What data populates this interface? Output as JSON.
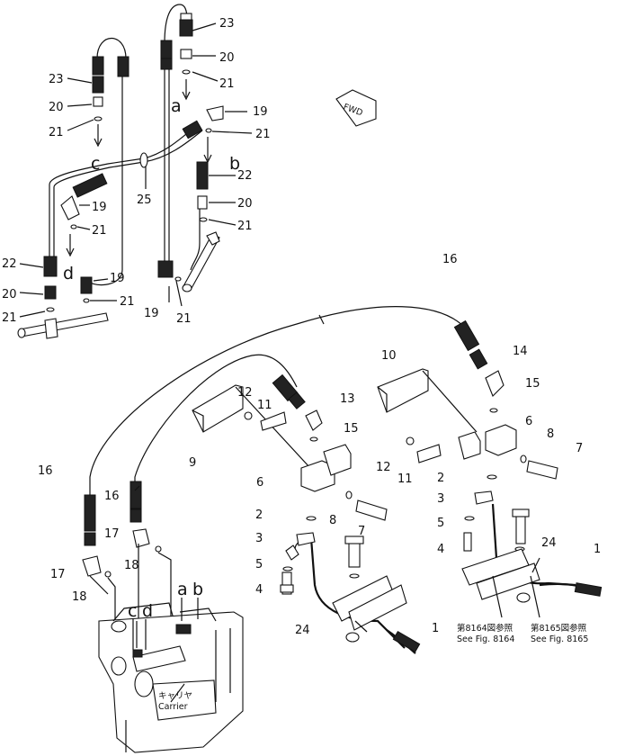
{
  "labels": {
    "top": [
      {
        "id": "lbl-23a",
        "text": "23"
      },
      {
        "id": "lbl-20a",
        "text": "20"
      },
      {
        "id": "lbl-21a",
        "text": "21"
      },
      {
        "id": "lbl-19a",
        "text": "19"
      },
      {
        "id": "lbl-21b",
        "text": "21"
      },
      {
        "id": "lbl-22a",
        "text": "22"
      },
      {
        "id": "lbl-20b",
        "text": "20"
      },
      {
        "id": "lbl-21c",
        "text": "21"
      },
      {
        "id": "lbl-23b",
        "text": "23"
      },
      {
        "id": "lbl-20c",
        "text": "20"
      },
      {
        "id": "lbl-21d",
        "text": "21"
      },
      {
        "id": "lbl-25",
        "text": "25"
      },
      {
        "id": "lbl-19b",
        "text": "19"
      },
      {
        "id": "lbl-21e",
        "text": "21"
      },
      {
        "id": "lbl-22b",
        "text": "22"
      },
      {
        "id": "lbl-20d",
        "text": "20"
      },
      {
        "id": "lbl-21f",
        "text": "21"
      },
      {
        "id": "lbl-19c",
        "text": "19"
      },
      {
        "id": "lbl-21g",
        "text": "21"
      },
      {
        "id": "lbl-19d",
        "text": "19"
      },
      {
        "id": "lbl-21h",
        "text": "21"
      },
      {
        "id": "lbl-16a",
        "text": "16"
      }
    ],
    "arrows": {
      "a": "a",
      "b": "b",
      "c": "c",
      "d": "d"
    },
    "bottom": [
      {
        "id": "lbl-10",
        "text": "10"
      },
      {
        "id": "lbl-14",
        "text": "14"
      },
      {
        "id": "lbl-15a",
        "text": "15"
      },
      {
        "id": "lbl-6a",
        "text": "6"
      },
      {
        "id": "lbl-8a",
        "text": "8"
      },
      {
        "id": "lbl-7a",
        "text": "7"
      },
      {
        "id": "lbl-12a",
        "text": "12"
      },
      {
        "id": "lbl-11a",
        "text": "11"
      },
      {
        "id": "lbl-2a",
        "text": "2"
      },
      {
        "id": "lbl-3a",
        "text": "3"
      },
      {
        "id": "lbl-5a",
        "text": "5"
      },
      {
        "id": "lbl-4a",
        "text": "4"
      },
      {
        "id": "lbl-24a",
        "text": "24"
      },
      {
        "id": "lbl-1a",
        "text": "1"
      },
      {
        "id": "lbl-12b",
        "text": "12"
      },
      {
        "id": "lbl-11b",
        "text": "11"
      },
      {
        "id": "lbl-13",
        "text": "13"
      },
      {
        "id": "lbl-15b",
        "text": "15"
      },
      {
        "id": "lbl-9",
        "text": "9"
      },
      {
        "id": "lbl-6b",
        "text": "6"
      },
      {
        "id": "lbl-2b",
        "text": "2"
      },
      {
        "id": "lbl-8b",
        "text": "8"
      },
      {
        "id": "lbl-7b",
        "text": "7"
      },
      {
        "id": "lbl-3b",
        "text": "3"
      },
      {
        "id": "lbl-5b",
        "text": "5"
      },
      {
        "id": "lbl-4b",
        "text": "4"
      },
      {
        "id": "lbl-24b",
        "text": "24"
      },
      {
        "id": "lbl-1b",
        "text": "1"
      },
      {
        "id": "lbl-16b",
        "text": "16"
      },
      {
        "id": "lbl-16c",
        "text": "16"
      },
      {
        "id": "lbl-17a",
        "text": "17"
      },
      {
        "id": "lbl-18a",
        "text": "18"
      },
      {
        "id": "lbl-17b",
        "text": "17"
      },
      {
        "id": "lbl-18b",
        "text": "18"
      }
    ],
    "carrier_letters": {
      "a": "a",
      "b": "b",
      "c": "c",
      "d": "d"
    }
  },
  "fwd_sign": "FWD",
  "references": {
    "fig8164_jp": "第8164図参照",
    "fig8164_en": "See Fig. 8164",
    "fig8165_jp": "第8165図参照",
    "fig8165_en": "See Fig. 8165"
  },
  "carrier": {
    "jp": "キャリヤ",
    "en": "Carrier"
  }
}
